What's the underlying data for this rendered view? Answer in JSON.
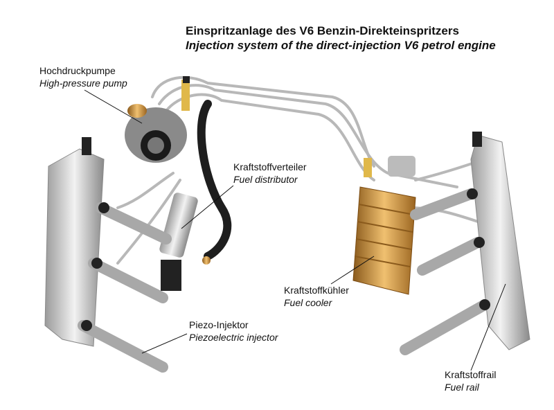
{
  "title": {
    "de": "Einspritzanlage des V6 Benzin-Direkteinspritzers",
    "en": "Injection system of the direct-injection V6 petrol engine"
  },
  "labels": {
    "pump": {
      "de": "Hochdruckpumpe",
      "en": "High-pressure pump"
    },
    "distributor": {
      "de": "Kraftstoffverteiler",
      "en": "Fuel distributor"
    },
    "cooler": {
      "de": "Kraftstoffkühler",
      "en": "Fuel cooler"
    },
    "injector": {
      "de": "Piezo-Injektor",
      "en": "Piezoelectric injector"
    },
    "rail": {
      "de": "Kraftstoffrail",
      "en": "Fuel rail"
    }
  },
  "colors": {
    "metal": "#c8c8c8",
    "dark": "#2a2a2a",
    "copper": "#c8953c",
    "hose": "#1e1e1e"
  }
}
